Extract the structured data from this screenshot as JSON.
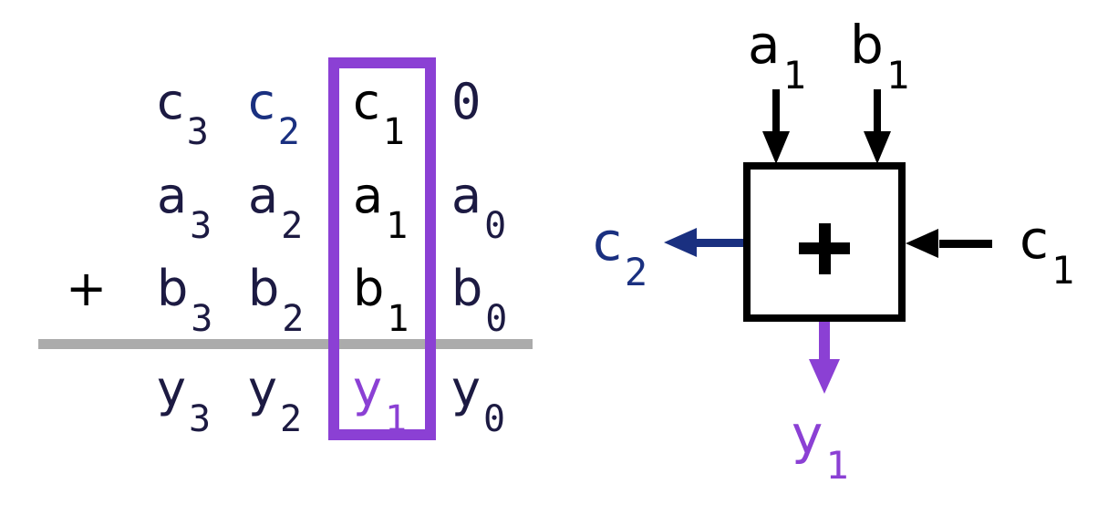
{
  "figure": {
    "description_left": "column-wise binary addition with carries",
    "description_right": "full adder cell for bit position 1"
  },
  "colors": {
    "text_navy": "#1c1a42",
    "carry_blue": "#1a3080",
    "highlight_purple": "#8b40d4",
    "black": "#000000",
    "rule_gray": "#ababab"
  },
  "addition": {
    "plus_sign": "+",
    "rows": [
      {
        "name": "carry-row",
        "cells": [
          {
            "base": "c",
            "sub": "3"
          },
          {
            "base": "c",
            "sub": "2"
          },
          {
            "base": "c",
            "sub": "1"
          },
          {
            "base": "0",
            "sub": ""
          }
        ]
      },
      {
        "name": "operand-a-row",
        "cells": [
          {
            "base": "a",
            "sub": "3"
          },
          {
            "base": "a",
            "sub": "2"
          },
          {
            "base": "a",
            "sub": "1"
          },
          {
            "base": "a",
            "sub": "0"
          }
        ]
      },
      {
        "name": "operand-b-row",
        "cells": [
          {
            "base": "b",
            "sub": "3"
          },
          {
            "base": "b",
            "sub": "2"
          },
          {
            "base": "b",
            "sub": "1"
          },
          {
            "base": "b",
            "sub": "0"
          }
        ]
      },
      {
        "name": "sum-row",
        "cells": [
          {
            "base": "y",
            "sub": "3"
          },
          {
            "base": "y",
            "sub": "2"
          },
          {
            "base": "y",
            "sub": "1"
          },
          {
            "base": "y",
            "sub": "0"
          }
        ]
      }
    ],
    "highlighted_column_index": 1
  },
  "adder": {
    "operator": "+",
    "input_a": {
      "base": "a",
      "sub": "1"
    },
    "input_b": {
      "base": "b",
      "sub": "1"
    },
    "carry_in": {
      "base": "c",
      "sub": "1"
    },
    "carry_out": {
      "base": "c",
      "sub": "2"
    },
    "sum_out": {
      "base": "y",
      "sub": "1"
    }
  }
}
